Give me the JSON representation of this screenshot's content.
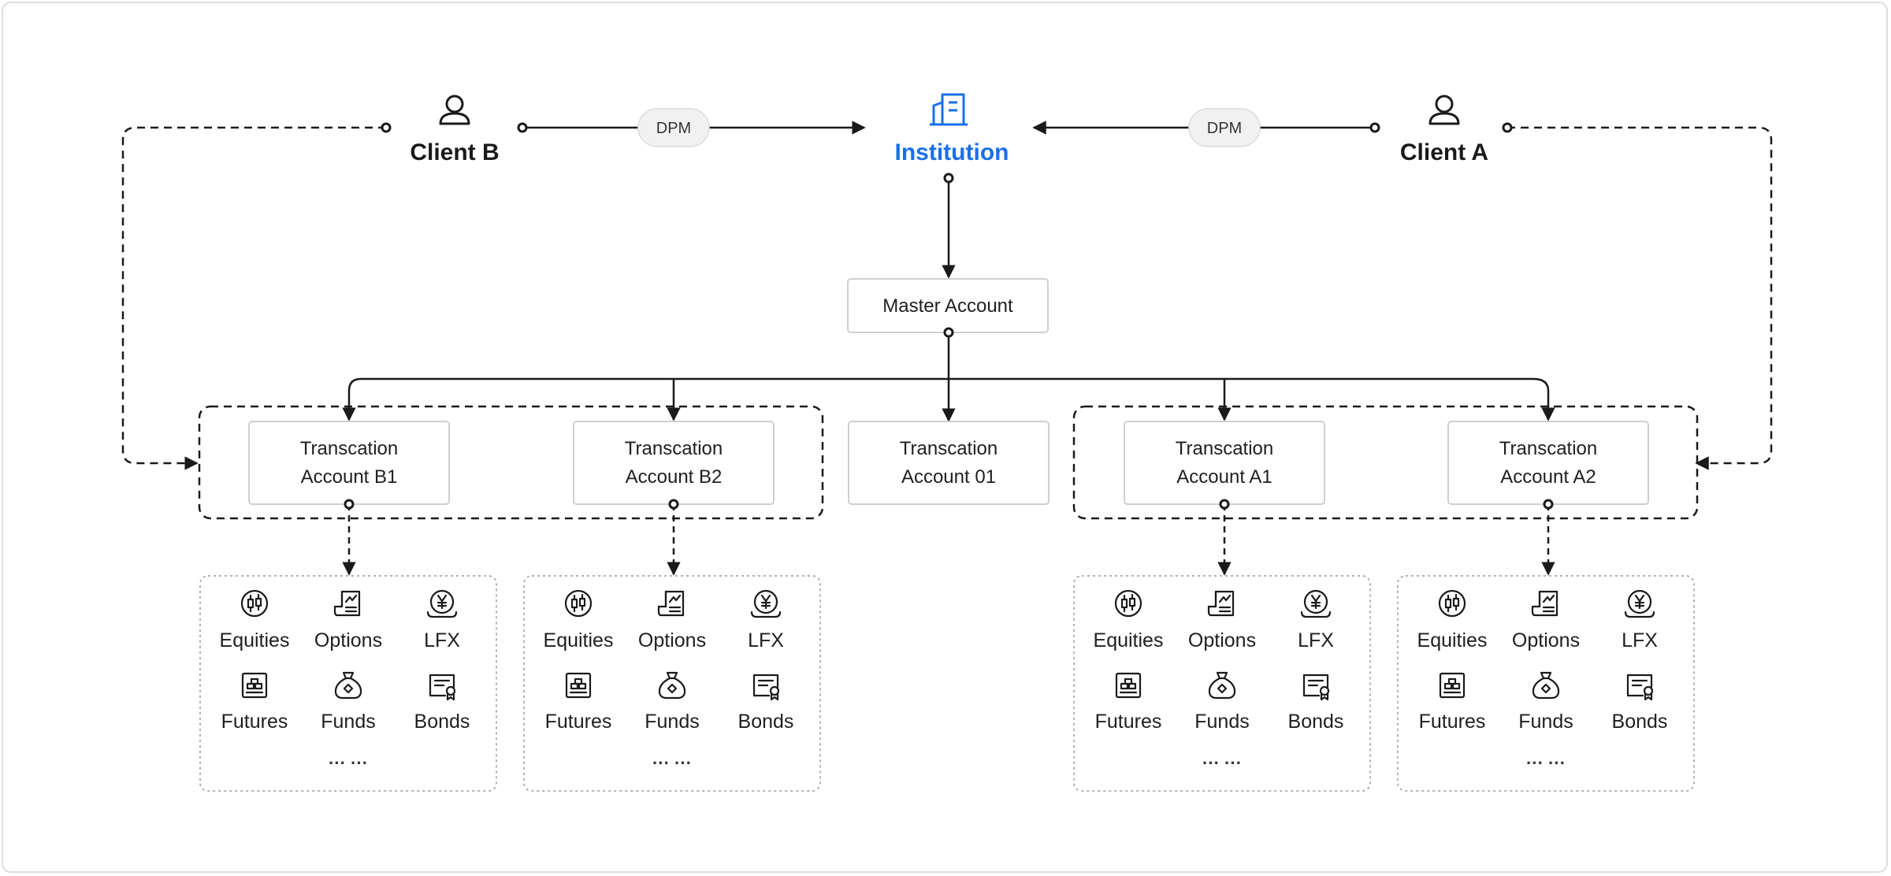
{
  "clients": {
    "client_b": {
      "label": "Client B",
      "icon": "person-icon"
    },
    "client_a": {
      "label": "Client A",
      "icon": "person-icon"
    },
    "institution": {
      "label": "Institution",
      "icon": "building-icon",
      "color": "#1a6fe8"
    }
  },
  "links": {
    "dpm_left": "DPM",
    "dpm_right": "DPM"
  },
  "master_account": {
    "label": "Master Account"
  },
  "accounts": [
    {
      "id": "b1",
      "lines": [
        "Transcation",
        "Account B1"
      ]
    },
    {
      "id": "b2",
      "lines": [
        "Transcation",
        "Account B2"
      ]
    },
    {
      "id": "01",
      "lines": [
        "Transcation",
        "Account 01"
      ]
    },
    {
      "id": "a1",
      "lines": [
        "Transcation",
        "Account A1"
      ]
    },
    {
      "id": "a2",
      "lines": [
        "Transcation",
        "Account A2"
      ]
    }
  ],
  "products": [
    {
      "label": "Equities",
      "icon": "candlestick-icon"
    },
    {
      "label": "Options",
      "icon": "document-chart-icon"
    },
    {
      "label": "LFX",
      "icon": "yen-coin-icon"
    },
    {
      "label": "Futures",
      "icon": "blocks-icon"
    },
    {
      "label": "Funds",
      "icon": "money-bag-icon"
    },
    {
      "label": "Bonds",
      "icon": "certificate-icon"
    }
  ],
  "more_label": "··· ···",
  "colors": {
    "line": "#1a1a1a",
    "box_border": "#cfcfcf",
    "pill_bg": "#f1f1f1"
  }
}
